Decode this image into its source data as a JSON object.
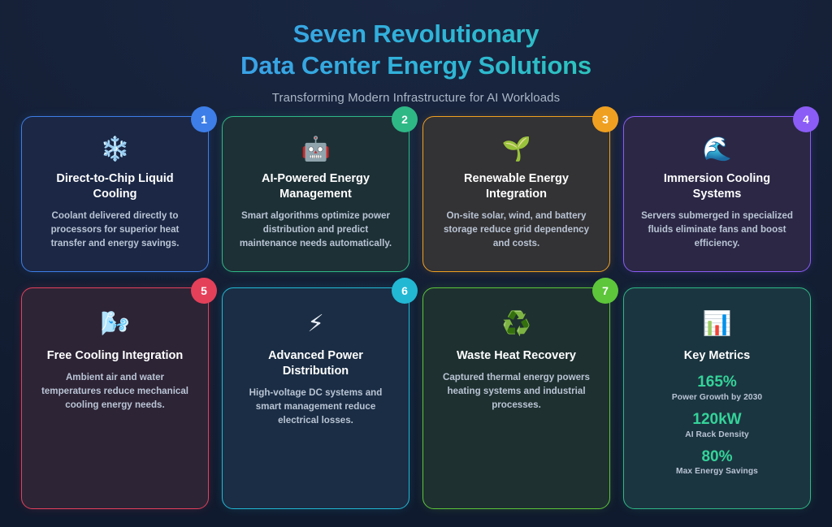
{
  "header": {
    "title_line1": "Seven Revolutionary",
    "title_line2": "Data Center Energy Solutions",
    "subtitle": "Transforming Modern Infrastructure for AI Workloads",
    "title_gradient_from": "#4a90f0",
    "title_gradient_to": "#2dd4a7",
    "subtitle_color": "#aab6c6"
  },
  "background_color": "#141f35",
  "cards": [
    {
      "number": "1",
      "icon": "snowflake-icon",
      "glyph": "❄️",
      "title": "Direct-to-Chip Liquid Cooling",
      "description": "Coolant delivered directly to processors for superior heat transfer and energy savings.",
      "accent": "#3d7ee8",
      "fill": "#1b2745"
    },
    {
      "number": "2",
      "icon": "robot-icon",
      "glyph": "🤖",
      "title": "AI-Powered Energy Management",
      "description": "Smart algorithms optimize power distribution and predict maintenance needs automatically.",
      "accent": "#2eb886",
      "fill": "#1d3036"
    },
    {
      "number": "3",
      "icon": "seedling-icon",
      "glyph": "🌱",
      "title": "Renewable Energy Integration",
      "description": "On-site solar, wind, and battery storage reduce grid dependency and costs.",
      "accent": "#f0a020",
      "fill": "#333234"
    },
    {
      "number": "4",
      "icon": "wave-icon",
      "glyph": "🌊",
      "title": "Immersion Cooling Systems",
      "description": "Servers submerged in specialized fluids eliminate fans and boost efficiency.",
      "accent": "#8b5cf6",
      "fill": "#2b2745"
    },
    {
      "number": "5",
      "icon": "wind-face-icon",
      "glyph": "🌬️",
      "title": "Free Cooling Integration",
      "description": "Ambient air and water temperatures reduce mechanical cooling energy needs.",
      "accent": "#e4405a",
      "fill": "#2d2436"
    },
    {
      "number": "6",
      "icon": "lightning-bolt-icon",
      "glyph": "⚡",
      "title": "Advanced Power Distribution",
      "description": "High-voltage DC systems and smart management reduce electrical losses.",
      "accent": "#22b8d4",
      "fill": "#1a2d44"
    },
    {
      "number": "7",
      "icon": "recycling-icon",
      "glyph": "♻️",
      "title": "Waste Heat Recovery",
      "description": "Captured thermal energy powers heating systems and industrial processes.",
      "accent": "#5dc63a",
      "fill": "#1e3030"
    }
  ],
  "metrics_card": {
    "icon": "bar-chart-icon",
    "glyph": "📊",
    "title": "Key Metrics",
    "accent": "#2eb886",
    "fill": "#1b3540",
    "value_color": "#34d399",
    "metrics": [
      {
        "value": "165%",
        "label": "Power Growth by 2030"
      },
      {
        "value": "120kW",
        "label": "AI Rack Density"
      },
      {
        "value": "80%",
        "label": "Max Energy Savings"
      }
    ]
  }
}
